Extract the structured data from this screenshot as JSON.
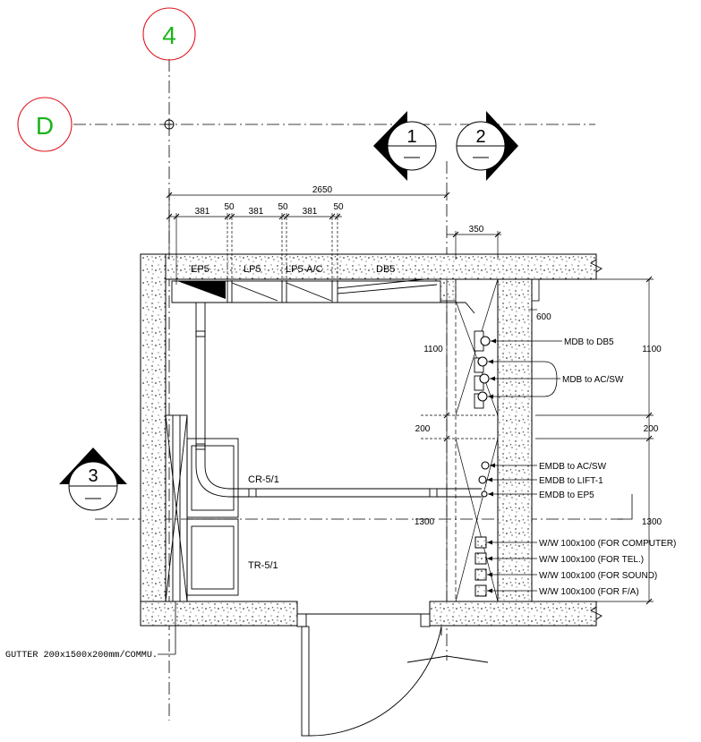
{
  "grid": {
    "col_4": "4",
    "row_d": "D",
    "sec_1": "1",
    "sec_2": "2",
    "sec_3": "3"
  },
  "dims": {
    "overall": "2650",
    "ep_w": "381",
    "gap1": "50",
    "lp_w": "381",
    "gap2": "50",
    "lpac_w": "381",
    "gap3": "50",
    "riser_w": "350",
    "upper_h_left": "1100",
    "upper_h_right": "1100",
    "gap_left": "200",
    "gap_right": "200",
    "lower_h_left": "1300",
    "lower_h_right": "1300",
    "tap_600": "600"
  },
  "panels": {
    "ep5": "EP5",
    "lp5": "LP5",
    "lp5ac": "LP5-A/C",
    "db5": "DB5"
  },
  "equipment": {
    "cr": "CR-5/1",
    "tr": "TR-5/1"
  },
  "feeds": {
    "mdb_db5": "MDB to DB5",
    "mdb_acsw": "MDB to AC/SW",
    "emdb_acsw": "EMDB to AC/SW",
    "emdb_lift": "EMDB to LIFT-1",
    "emdb_ep5": "EMDB to EP5",
    "ww_comp": "W/W 100x100 (FOR COMPUTER)",
    "ww_tel": "W/W 100x100 (FOR TEL.)",
    "ww_sound": "W/W 100x100 (FOR SOUND)",
    "ww_fa": "W/W 100x100 (FOR F/A)"
  },
  "notes": {
    "gutter": "GUTTER 200x1500x200mm/COMMU."
  },
  "colors": {
    "grid_bubble": "#e0141e",
    "grid_text": "#1bb31b",
    "line": "#000000"
  }
}
